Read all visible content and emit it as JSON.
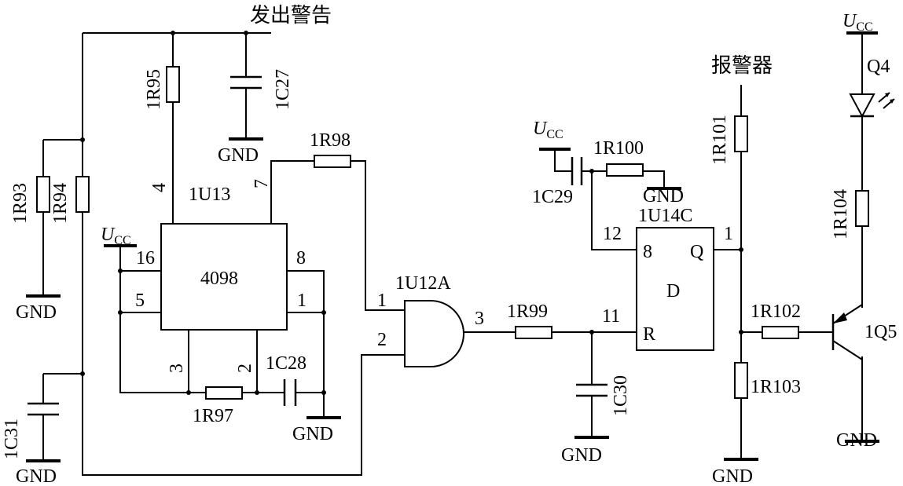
{
  "signals": {
    "warning_out": "发出警告",
    "alarm": "报警器"
  },
  "supply": {
    "prefix": "U",
    "sub": "CC"
  },
  "gnd_label": "GND",
  "chips": {
    "u13": {
      "ref": "1U13",
      "type": "4098",
      "pins": [
        "4",
        "7",
        "16",
        "8",
        "5",
        "1",
        "3",
        "2"
      ]
    },
    "u12a": {
      "ref": "1U12A",
      "pins": [
        "1",
        "2",
        "3"
      ]
    },
    "u14c": {
      "ref": "1U14C",
      "type": "D",
      "pin_labels": [
        "8",
        "Q",
        "R"
      ],
      "pins": [
        "12",
        "1",
        "11"
      ]
    }
  },
  "resistors": {
    "r93": "1R93",
    "r94": "1R94",
    "r95": "1R95",
    "r97": "1R97",
    "r98": "1R98",
    "r99": "1R99",
    "r100": "1R100",
    "r101": "1R101",
    "r102": "1R102",
    "r103": "1R103",
    "r104": "1R104"
  },
  "capacitors": {
    "c27": "1C27",
    "c28": "1C28",
    "c29": "1C29",
    "c30": "1C30",
    "c31": "1C31"
  },
  "transistor": "1Q5",
  "led": "Q4"
}
